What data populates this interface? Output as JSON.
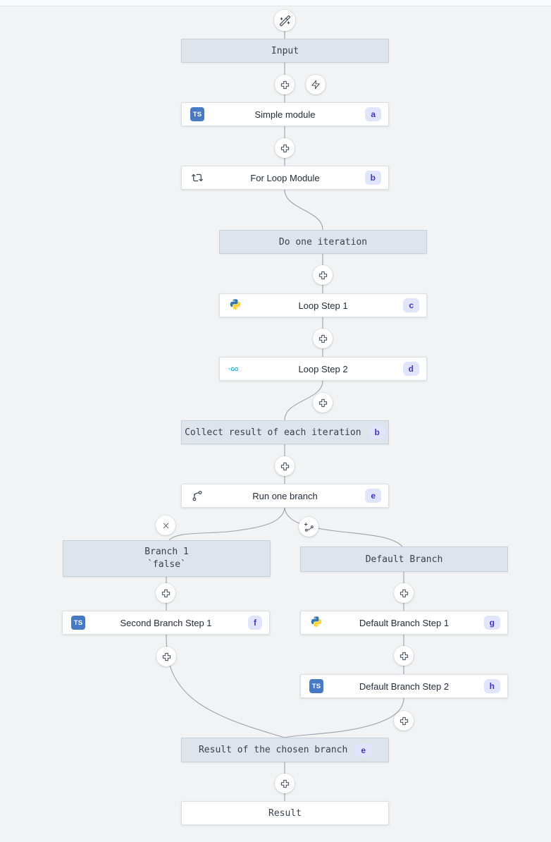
{
  "app": {
    "kind": "flow-editor-graph"
  },
  "colors": {
    "canvas_bg": "#f2f3f5",
    "virtual_node_bg": "#dde4ec",
    "virtual_node_border": "#c7d1db",
    "module_node_bg": "#ffffff",
    "wire": "#9aa1ab",
    "badge_bg": "#e1e5fc",
    "badge_text": "#4534c8",
    "ts_icon_bg": "#4779c4",
    "python_blue": "#3776ab",
    "python_yellow": "#ffd43b",
    "go_cyan": "#00acd7"
  },
  "icons": {
    "ts_label": "TS",
    "go_label": "GO",
    "top": "magic-wand-sparkles",
    "insert": "plus",
    "trigger": "zap",
    "remove_branch": "x",
    "add_branch": "branch-plus",
    "for_loop": "repeat-arrows",
    "branch_all": "split-branch"
  },
  "nodes": {
    "input": {
      "label": "Input"
    },
    "simple_module": {
      "label": "Simple module",
      "badge": "a",
      "lang": "typescript"
    },
    "for_loop": {
      "label": "For Loop Module",
      "badge": "b"
    },
    "do_one_iteration": {
      "label": "Do one iteration"
    },
    "loop_step_1": {
      "label": "Loop Step 1",
      "badge": "c",
      "lang": "python"
    },
    "loop_step_2": {
      "label": "Loop Step 2",
      "badge": "d",
      "lang": "go"
    },
    "collect_result": {
      "label": "Collect result of each iteration",
      "badge": "b"
    },
    "run_one_branch": {
      "label": "Run one branch",
      "badge": "e"
    },
    "branch_1": {
      "label_line1": "Branch 1",
      "label_line2": "`false`"
    },
    "default_branch": {
      "label": "Default Branch"
    },
    "second_branch_step_1": {
      "label": "Second Branch Step 1",
      "badge": "f",
      "lang": "typescript"
    },
    "default_branch_step_1": {
      "label": "Default Branch Step 1",
      "badge": "g",
      "lang": "python"
    },
    "default_branch_step_2": {
      "label": "Default Branch Step 2",
      "badge": "h",
      "lang": "typescript"
    },
    "result_of_chosen_branch": {
      "label": "Result of the chosen branch",
      "badge": "e"
    },
    "result": {
      "label": "Result"
    }
  }
}
